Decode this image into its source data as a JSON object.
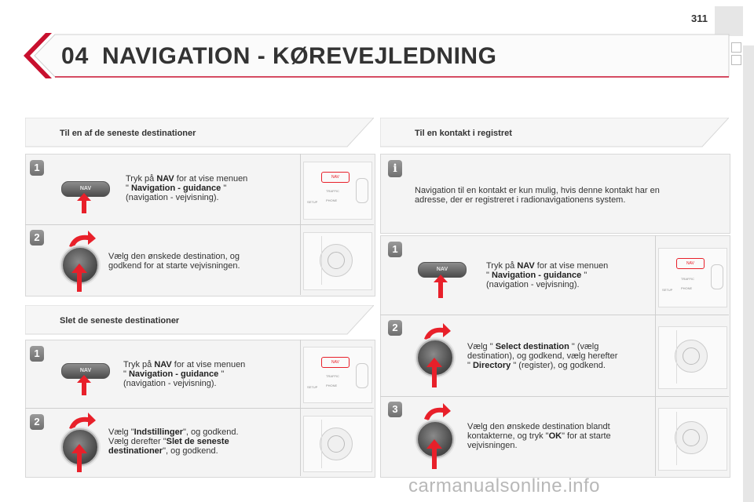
{
  "page": {
    "number": "311"
  },
  "chapter": {
    "number": "04",
    "title": "NAVIGATION - KØREVEJLEDNING"
  },
  "left": {
    "section1": {
      "heading": "Til en af de seneste destinationer",
      "step1": {
        "badge": "1",
        "nav_label": "NAV",
        "pre": "Tryk på ",
        "b1": "NAV",
        "mid1": " for at vise menuen",
        "q1": "\" ",
        "b2": "Navigation - guidance",
        "q2": " \"",
        "line3": "(navigation - vejvisning)."
      },
      "step2": {
        "badge": "2",
        "line1": "Vælg den ønskede destination, og",
        "line2": "godkend for at starte vejvisningen."
      }
    },
    "section2": {
      "heading": "Slet de seneste destinationer",
      "step1": {
        "badge": "1",
        "nav_label": "NAV",
        "pre": "Tryk på ",
        "b1": "NAV",
        "mid1": " for at vise menuen",
        "q1": "\" ",
        "b2": "Navigation - guidance",
        "q2": " \"",
        "line3": "(navigation - vejvisning)."
      },
      "step2": {
        "badge": "2",
        "l1_pre": "Vælg \"",
        "l1_b": "Indstillinger",
        "l1_post": "\", og godkend.",
        "l2_pre": "Vælg derefter \"",
        "l2_b": "Slet de seneste",
        "l3_b": "destinationer",
        "l3_post": "\", og godkend."
      }
    }
  },
  "right": {
    "heading": "Til en kontakt i registret",
    "info": {
      "badge": "i",
      "line1": "Navigation til en kontakt er kun mulig, hvis denne kontakt har en",
      "line2": "adresse, der er registreret i radionavigationens system."
    },
    "step1": {
      "badge": "1",
      "nav_label": "NAV",
      "pre": "Tryk på ",
      "b1": "NAV",
      "mid1": " for at vise menuen",
      "q1": "\" ",
      "b2": "Navigation - guidance",
      "q2": " \"",
      "line3": "(navigation - vejvisning)."
    },
    "step2": {
      "badge": "2",
      "l1_pre": "Vælg \" ",
      "l1_b": "Select destination",
      "l1_post": " \" (vælg",
      "l2": "destination), og godkend, vælg herefter",
      "l3_pre": "\" ",
      "l3_b": "Directory",
      "l3_post": " \" (register), og godkend."
    },
    "step3": {
      "badge": "3",
      "l1": "Vælg den ønskede destination blandt",
      "l2_pre": "kontakterne, og tryk \"",
      "l2_b": "OK",
      "l2_post": "\" for at starte",
      "l3": "vejvisningen."
    }
  },
  "panel_labels": {
    "nav": "NAV",
    "traffic": "TRAFFIC",
    "phone": "PHONE",
    "setup": "SETUP"
  },
  "colors": {
    "accent_red": "#c8102e",
    "arrow_red": "#e8202a",
    "badge_grey": "#7f7f7f"
  },
  "watermark": "carmanualsonline.info"
}
